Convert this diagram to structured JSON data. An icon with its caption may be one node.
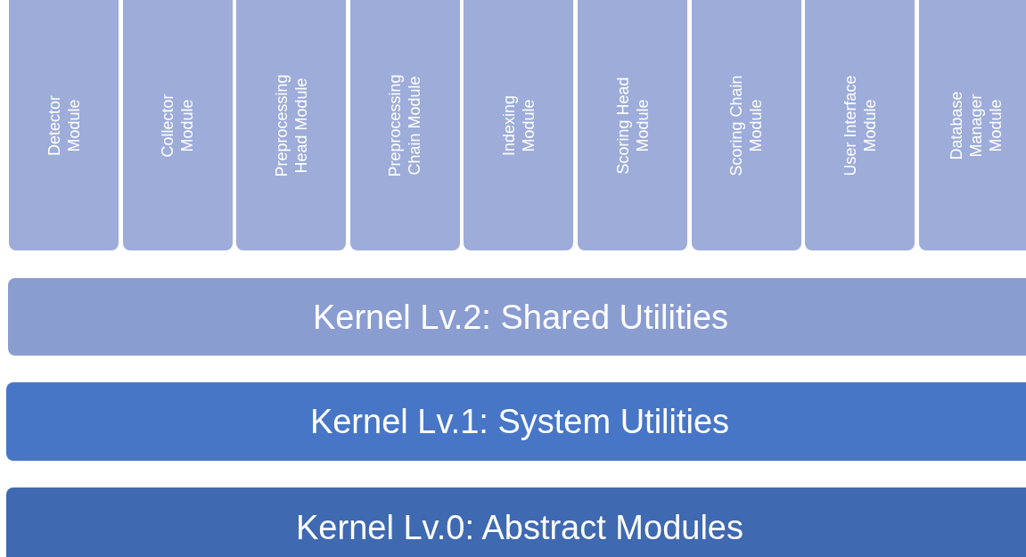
{
  "diagram": {
    "nodes": [
      {
        "text": [
          "Detector Module"
        ]
      },
      {
        "text": [
          "Collector Module"
        ]
      },
      {
        "text": [
          "Preprocessing Head Module"
        ]
      },
      {
        "text": [
          "Preprocessing Chain Module"
        ]
      },
      {
        "text": [
          "Indexing Module"
        ]
      },
      {
        "text": [
          "Scoring Head Module"
        ]
      },
      {
        "text": [
          "Scoring Chain Module"
        ]
      },
      {
        "text": [
          "User Interface Module"
        ]
      },
      {
        "text": [
          "Database Manager Module"
        ]
      },
      {
        "text": [
          "Kernel Lv.2: Shared Utilities"
        ]
      },
      {
        "text": [
          "Kernel Lv.1: System Utilities"
        ]
      },
      {
        "text": [
          "Kernel Lv.0: Abstract Modules"
        ]
      }
    ]
  }
}
